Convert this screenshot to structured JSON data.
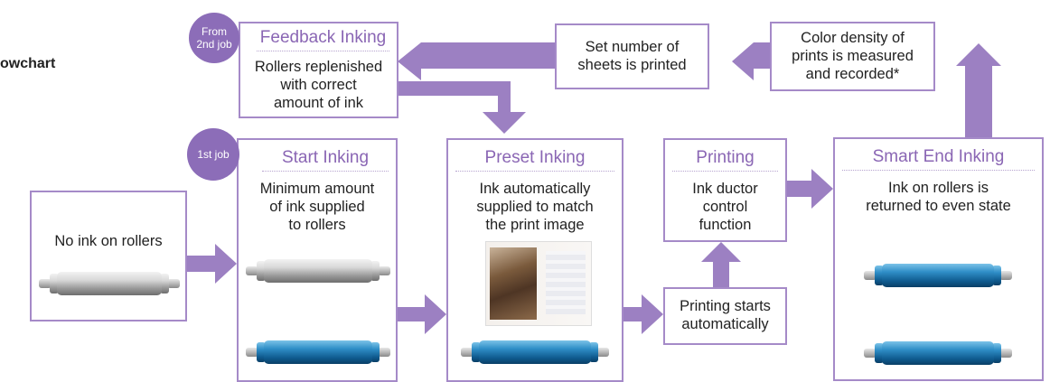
{
  "heading": "owchart",
  "nodes": {
    "feedback": {
      "badge_line1": "From",
      "badge_line2": "2nd job",
      "title": "Feedback Inking",
      "line1": "Rollers replenished",
      "line2": "with correct",
      "line3": "amount of ink"
    },
    "set_sheets": {
      "line1": "Set number of",
      "line2": "sheets is printed"
    },
    "color_density": {
      "line1": "Color density of",
      "line2": "prints is measured",
      "line3": "and recorded*"
    },
    "no_ink": {
      "label": "No ink on rollers"
    },
    "start": {
      "badge": "1st job",
      "title": "Start Inking",
      "line1": "Minimum amount",
      "line2": "of ink supplied",
      "line3": "to rollers"
    },
    "preset": {
      "title": "Preset Inking",
      "line1": "Ink automatically",
      "line2": "supplied to match",
      "line3": "the print image"
    },
    "printing": {
      "title": "Printing",
      "line1": "Ink ductor",
      "line2": "control",
      "line3": "function"
    },
    "print_starts": {
      "line1": "Printing starts",
      "line2": "automatically"
    },
    "smart_end": {
      "title": "Smart End Inking",
      "line1": "Ink on rollers is",
      "line2": "returned to even state"
    }
  },
  "icons": [
    "roller-grey-icon",
    "roller-blue-icon",
    "print-image-icon",
    "flow-arrow-icon"
  ],
  "colors": {
    "accent": "#8a66b4",
    "arrow": "#9c80c2",
    "border": "#a58ac8",
    "badge": "#8c6db8",
    "ink_blue": "#1f6fa8"
  }
}
